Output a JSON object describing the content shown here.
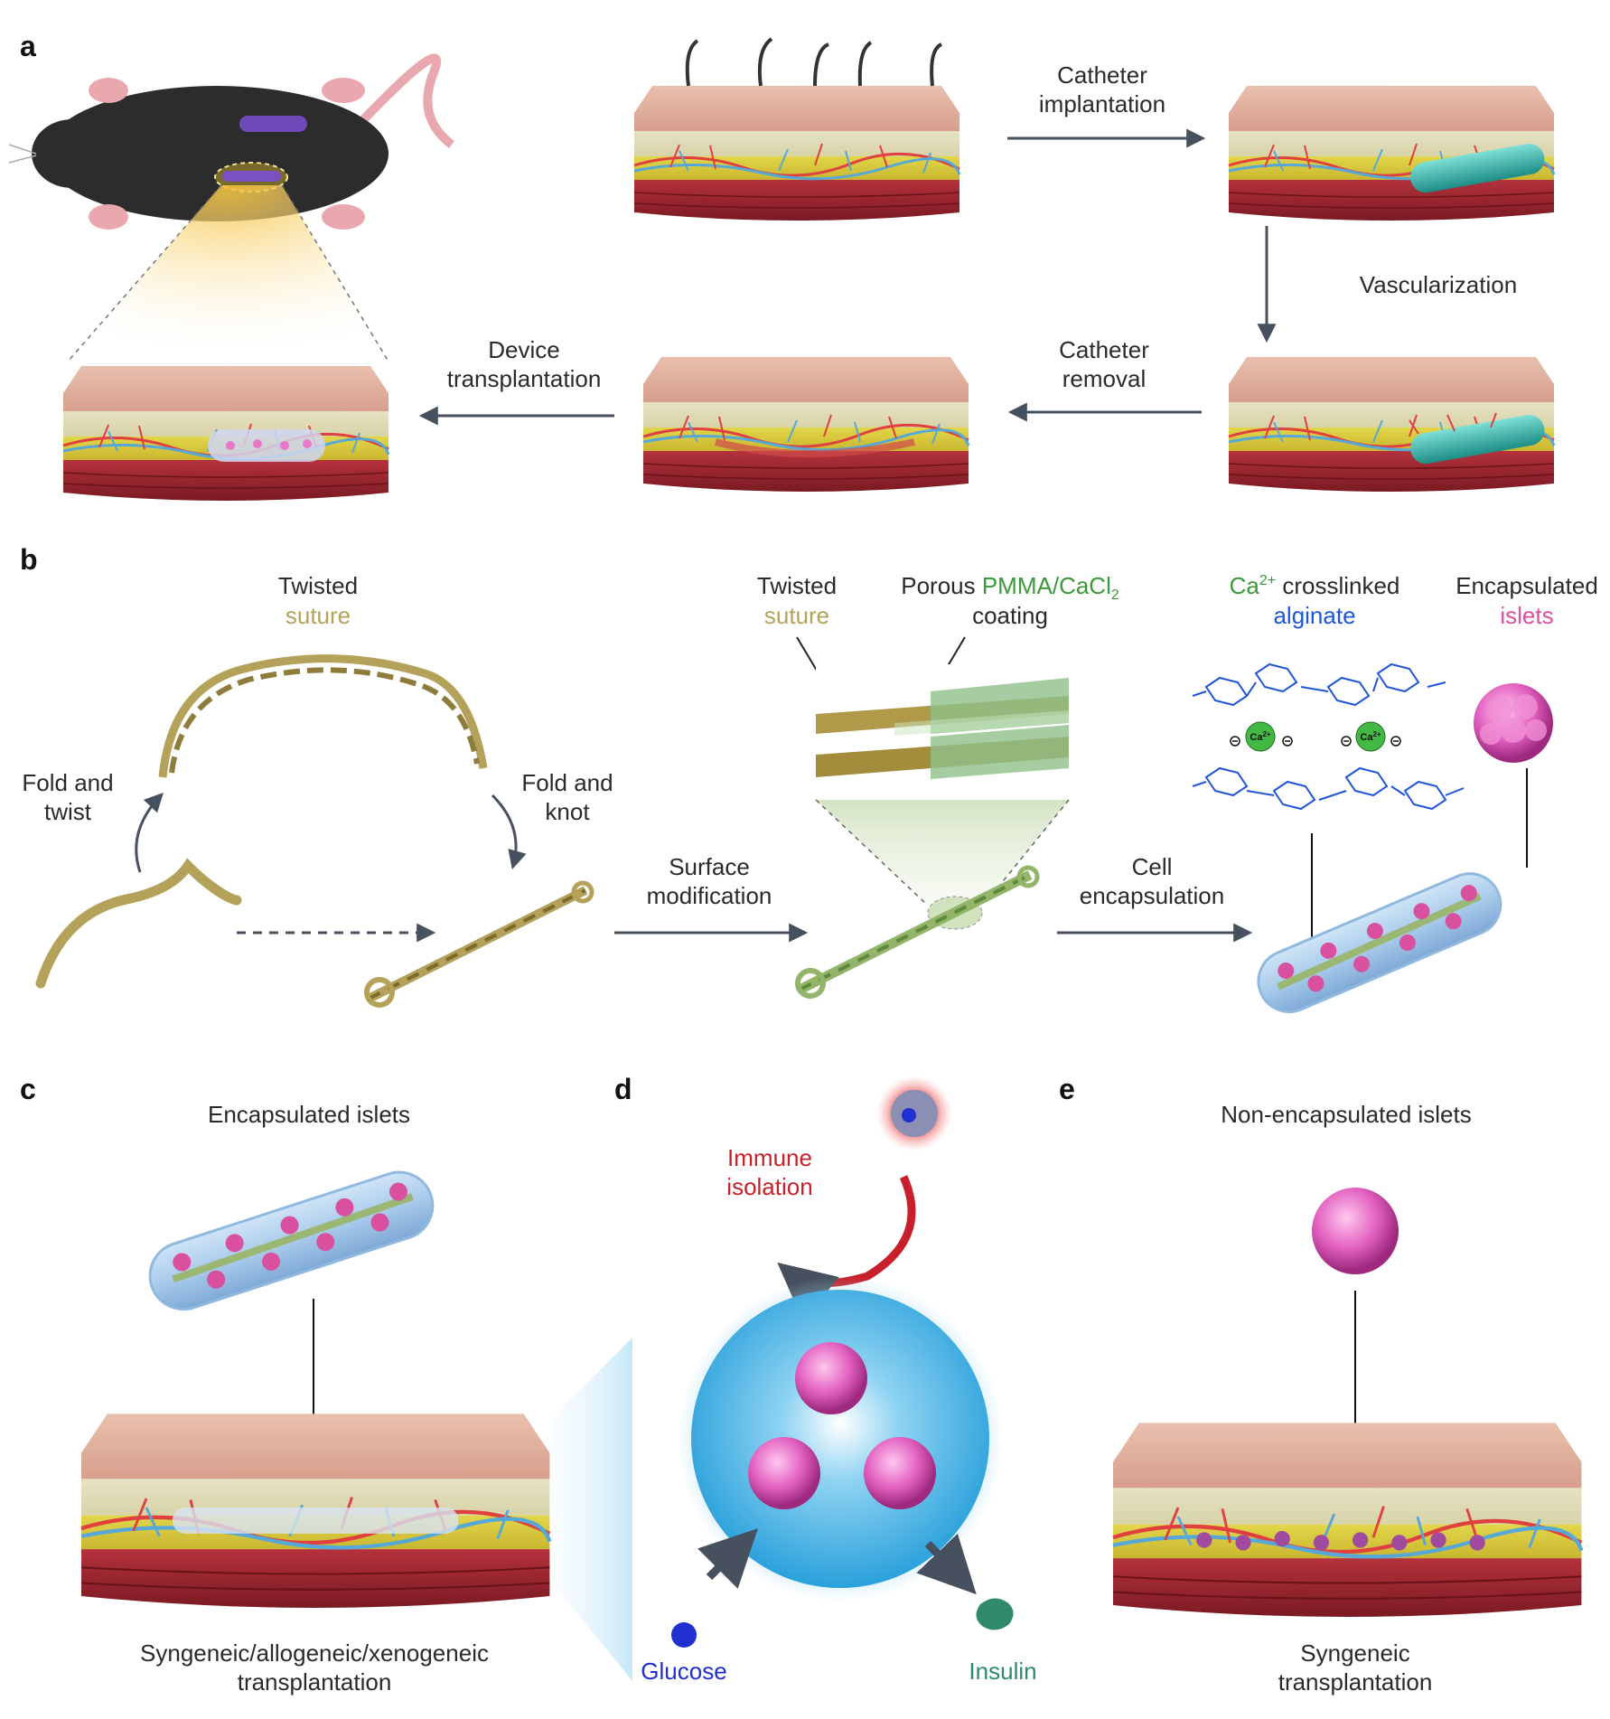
{
  "panels": {
    "a": "a",
    "b": "b",
    "c": "c",
    "d": "d",
    "e": "e"
  },
  "panel_a": {
    "step1": [
      "Catheter",
      "implantation"
    ],
    "step2": "Vascularization",
    "step3": [
      "Catheter",
      "removal"
    ],
    "step4": [
      "Device",
      "transplantation"
    ]
  },
  "panel_b": {
    "twisted_suture": [
      "Twisted",
      "suture"
    ],
    "fold_twist": [
      "Fold and",
      "twist"
    ],
    "fold_knot": [
      "Fold and",
      "knot"
    ],
    "surface_modification": [
      "Surface",
      "modification"
    ],
    "twisted_suture_2": [
      "Twisted",
      "suture"
    ],
    "coating": {
      "prefix": "Porous ",
      "material": "PMMA/CaCl",
      "subscript": "2",
      "line2": "coating"
    },
    "alginate": {
      "ion": "Ca",
      "superscript": "2+",
      "rest": " crosslinked",
      "line2": "alginate"
    },
    "ion_label": "Ca",
    "ion_sup": "2+",
    "encapsulated": [
      "Encapsulated",
      "islets"
    ],
    "cell_encapsulation": [
      "Cell",
      "encapsulation"
    ]
  },
  "panel_c": {
    "title": "Encapsulated islets",
    "caption": [
      "Syngeneic/allogeneic/xenogeneic",
      "transplantation"
    ]
  },
  "panel_d": {
    "immune": [
      "Immune",
      "isolation"
    ],
    "glucose": "Glucose",
    "insulin": "Insulin"
  },
  "panel_e": {
    "title": "Non-encapsulated islets",
    "caption": [
      "Syngeneic",
      "transplantation"
    ]
  },
  "colors": {
    "suture": "#b5a25a",
    "coating": "#3a9a3a",
    "alginate": "#1f55d6",
    "islets": "#d9509f",
    "immune": "#c8202a",
    "glucose": "#1f2fd0",
    "insulin": "#2e8a6a",
    "arrow": "#46505e"
  }
}
